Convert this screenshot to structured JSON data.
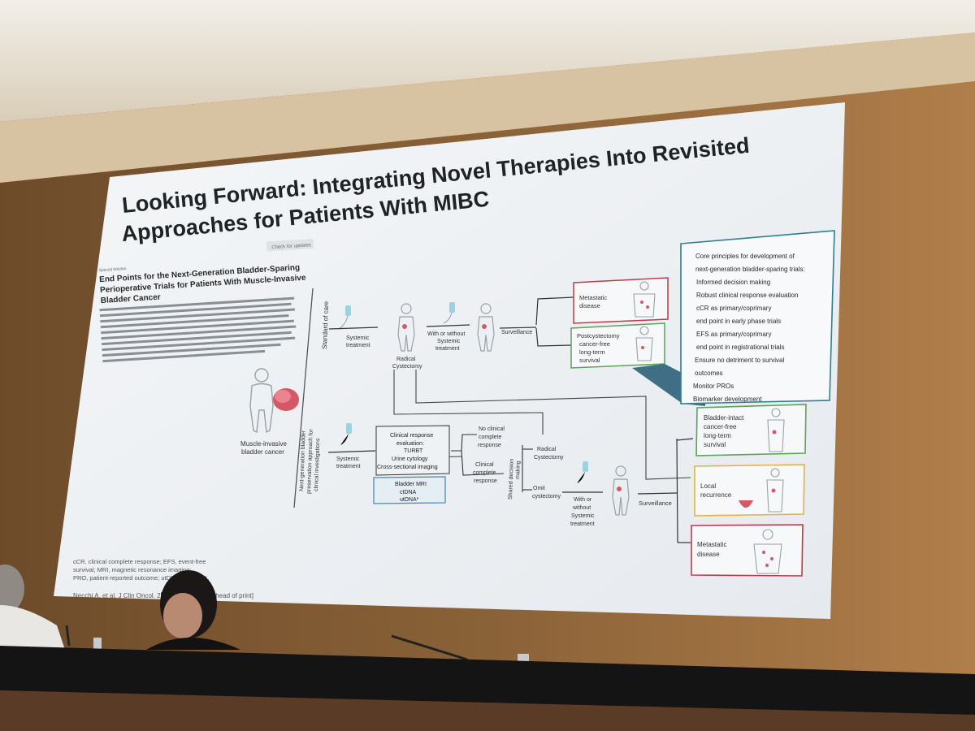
{
  "slide": {
    "title_line1": "Looking Forward: Integrating Novel Therapies Into Revisited",
    "title_line2": "Approaches for Patients With MIBC"
  },
  "paper": {
    "check_updates": "Check for updates",
    "section": "Special Articles",
    "title_line1": "End Points for the Next-Generation Bladder-Sparing",
    "title_line2": "Perioperative Trials for Patients With Muscle-Invasive",
    "title_line3": "Bladder Cancer"
  },
  "figure": {
    "patient_label_line1": "Muscle-invasive",
    "patient_label_line2": "bladder cancer",
    "arm_standard": "Standard of care",
    "arm_next_line1": "Next-generation bladder",
    "arm_next_line2": "preservation approach for",
    "arm_next_line3": "clinical investigations",
    "systemic_treatment_line1": "Systemic",
    "systemic_treatment_line2": "treatment",
    "radical_cystectomy_line1": "Radical",
    "radical_cystectomy_line2": "Cystectomy",
    "with_without_line1": "With or without",
    "with_without_line2": "Systemic",
    "with_without_line3": "treatment",
    "surveillance": "Surveillance",
    "metastatic_line1": "Metastatic",
    "metastatic_line2": "disease",
    "postcystectomy_line1": "Postcystectomy",
    "postcystectomy_line2": "cancer-free",
    "postcystectomy_line3": "long-term",
    "postcystectomy_line4": "survival",
    "clinical_response_line1": "Clinical response",
    "clinical_response_line2": "evaluation:",
    "clinical_response_line3": "TURBT",
    "clinical_response_line4": "Urine cytology",
    "clinical_response_line5": "Cross-sectional imaging",
    "biomarker_line1": "Bladder MRI",
    "biomarker_line2": "ctDNA",
    "biomarker_line3": "utDNA*",
    "no_ccr_line1": "No clinical",
    "no_ccr_line2": "complete",
    "no_ccr_line3": "response",
    "ccr_line1": "Clinical",
    "ccr_line2": "complete",
    "ccr_line3": "response",
    "shared_line1": "Shared decision",
    "shared_line2": "making",
    "omit_line1": "Omit",
    "omit_line2": "cystectomy",
    "ww_line1": "With or",
    "ww_line2": "without",
    "ww_line3": "Systemic",
    "ww_line4": "treatment",
    "bladder_intact_line1": "Bladder-intact",
    "bladder_intact_line2": "cancer-free",
    "bladder_intact_line3": "long-term",
    "bladder_intact_line4": "survival",
    "local_line1": "Local",
    "local_line2": "recurrence"
  },
  "principles": [
    "Core principles for development of",
    "next-generation bladder-sparing  trials:",
    "Informed decision making",
    "Robust clinical response evaluation",
    "cCR as primary/coprimary",
    "   end point in early phase trials",
    "EFS as primary/coprimary",
    "   end point in registrational trials",
    "Ensure no detriment to survival",
    "outcomes",
    "Monitor PROs",
    "Biomarker development"
  ],
  "footnote": {
    "line1": "cCR, clinical complete response; EFS, event-free",
    "line2": "survival; MRI, magnetic resonance imaging;",
    "line3": "PRO, patient-reported outcome; utDNA,        mor DNA."
  },
  "citation": "Necchi A, et al. J Clin Oncol. 2025            01608 [Epub ahead of print]",
  "colors": {
    "slide_bg": "#eef1f3",
    "red_box": "#c0394b",
    "green_box": "#5aa35a",
    "yellow_box": "#e0b43c",
    "blue_box": "#4a8db5",
    "teal_box": "#2f7f8f",
    "title": "#1f2326"
  }
}
